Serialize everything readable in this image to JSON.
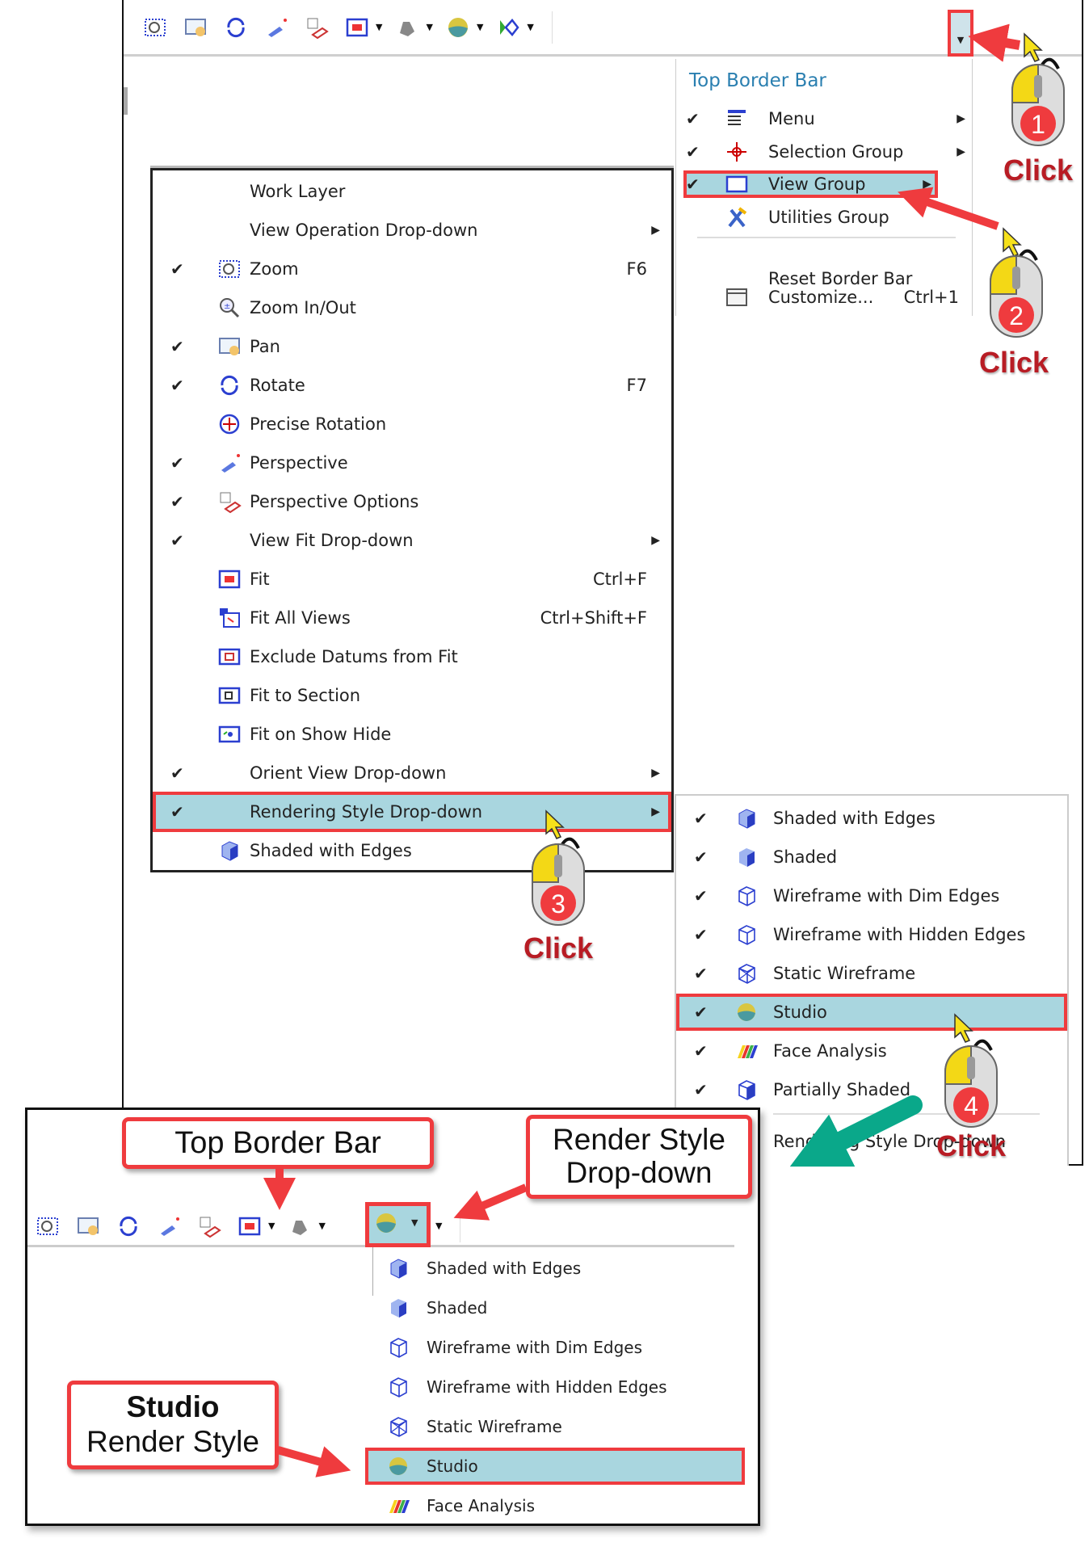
{
  "colors": {
    "highlight": "#a9d6df",
    "callout_border": "#ef3b3e",
    "click_text": "#b81c24",
    "green_arrow": "#0aa88a",
    "title_blue": "#2a7fb0"
  },
  "toolbar": {
    "icons": [
      "zoom-icon",
      "pan-icon",
      "rotate-icon",
      "perspective-icon",
      "perspective-options-icon",
      "fit-icon",
      "orient-view-icon",
      "studio-render-icon",
      "view-operation-icon"
    ],
    "overflow_button": "chevron-down-icon"
  },
  "top_border_menu": {
    "title": "Top Border Bar",
    "items": [
      {
        "label": "Menu",
        "checked": true,
        "icon": "menu-icon",
        "submenu": true
      },
      {
        "label": "Selection Group",
        "checked": true,
        "icon": "crosshair-icon",
        "submenu": true
      },
      {
        "label": "View Group",
        "checked": true,
        "icon": "view-window-icon",
        "submenu": true,
        "highlighted": true
      },
      {
        "label": "Utilities Group",
        "checked": false,
        "icon": "tools-icon",
        "submenu": false
      },
      {
        "label": "Reset Border Bar",
        "checked": false,
        "icon": "",
        "separator_before": true
      },
      {
        "label": "Customize...",
        "checked": false,
        "icon": "customize-icon",
        "shortcut": "Ctrl+1"
      }
    ]
  },
  "view_group_menu": {
    "items": [
      {
        "label": "Work Layer",
        "checked": false,
        "icon": ""
      },
      {
        "label": "View Operation Drop-down",
        "checked": false,
        "icon": "",
        "submenu": true
      },
      {
        "label": "Zoom",
        "checked": true,
        "icon": "zoom-icon",
        "shortcut": "F6"
      },
      {
        "label": "Zoom In/Out",
        "checked": false,
        "icon": "zoom-in-out-icon"
      },
      {
        "label": "Pan",
        "checked": true,
        "icon": "pan-icon"
      },
      {
        "label": "Rotate",
        "checked": true,
        "icon": "rotate-icon",
        "shortcut": "F7"
      },
      {
        "label": "Precise Rotation",
        "checked": false,
        "icon": "precise-rotation-icon"
      },
      {
        "label": "Perspective",
        "checked": true,
        "icon": "perspective-icon"
      },
      {
        "label": "Perspective Options",
        "checked": true,
        "icon": "perspective-options-icon"
      },
      {
        "label": "View Fit Drop-down",
        "checked": true,
        "icon": "",
        "submenu": true
      },
      {
        "label": "Fit",
        "checked": false,
        "icon": "fit-icon",
        "shortcut": "Ctrl+F"
      },
      {
        "label": "Fit All Views",
        "checked": false,
        "icon": "fit-all-views-icon",
        "shortcut": "Ctrl+Shift+F"
      },
      {
        "label": "Exclude Datums from Fit",
        "checked": false,
        "icon": "exclude-datums-icon"
      },
      {
        "label": "Fit to Section",
        "checked": false,
        "icon": "fit-section-icon"
      },
      {
        "label": "Fit on Show Hide",
        "checked": false,
        "icon": "fit-show-hide-icon"
      },
      {
        "label": "Orient View Drop-down",
        "checked": true,
        "icon": "",
        "submenu": true
      },
      {
        "label": "Rendering Style Drop-down",
        "checked": true,
        "icon": "",
        "submenu": true,
        "highlighted": true
      },
      {
        "label": "Shaded with Edges",
        "checked": false,
        "icon": "shaded-edges-icon"
      }
    ]
  },
  "render_style_menu": {
    "items": [
      {
        "label": "Shaded with Edges",
        "checked": true,
        "icon": "shaded-edges-icon"
      },
      {
        "label": "Shaded",
        "checked": true,
        "icon": "shaded-icon"
      },
      {
        "label": "Wireframe with Dim Edges",
        "checked": true,
        "icon": "wireframe-dim-icon"
      },
      {
        "label": "Wireframe with Hidden Edges",
        "checked": true,
        "icon": "wireframe-hidden-icon"
      },
      {
        "label": "Static Wireframe",
        "checked": true,
        "icon": "static-wireframe-icon"
      },
      {
        "label": "Studio",
        "checked": true,
        "icon": "studio-icon",
        "highlighted": true
      },
      {
        "label": "Face Analysis",
        "checked": true,
        "icon": "face-analysis-icon"
      },
      {
        "label": "Partially Shaded",
        "checked": true,
        "icon": "partially-shaded-icon"
      }
    ],
    "footer_label": "Rendering Style Drop-down"
  },
  "steps": [
    {
      "number": "1",
      "label": "Click"
    },
    {
      "number": "2",
      "label": "Click"
    },
    {
      "number": "3",
      "label": "Click"
    },
    {
      "number": "4",
      "label": "Click"
    }
  ],
  "inset": {
    "callout_top_border": "Top Border Bar",
    "callout_render_line1": "Render Style",
    "callout_render_line2": "Drop-down",
    "callout_studio_line1": "Studio",
    "callout_studio_line2": "Render Style",
    "menu_items": [
      {
        "label": "Shaded with Edges",
        "icon": "shaded-edges-icon"
      },
      {
        "label": "Shaded",
        "icon": "shaded-icon"
      },
      {
        "label": "Wireframe with Dim Edges",
        "icon": "wireframe-dim-icon"
      },
      {
        "label": "Wireframe with Hidden Edges",
        "icon": "wireframe-hidden-icon"
      },
      {
        "label": "Static Wireframe",
        "icon": "static-wireframe-icon"
      },
      {
        "label": "Studio",
        "icon": "studio-icon",
        "highlighted": true
      },
      {
        "label": "Face Analysis",
        "icon": "face-analysis-icon"
      }
    ]
  }
}
